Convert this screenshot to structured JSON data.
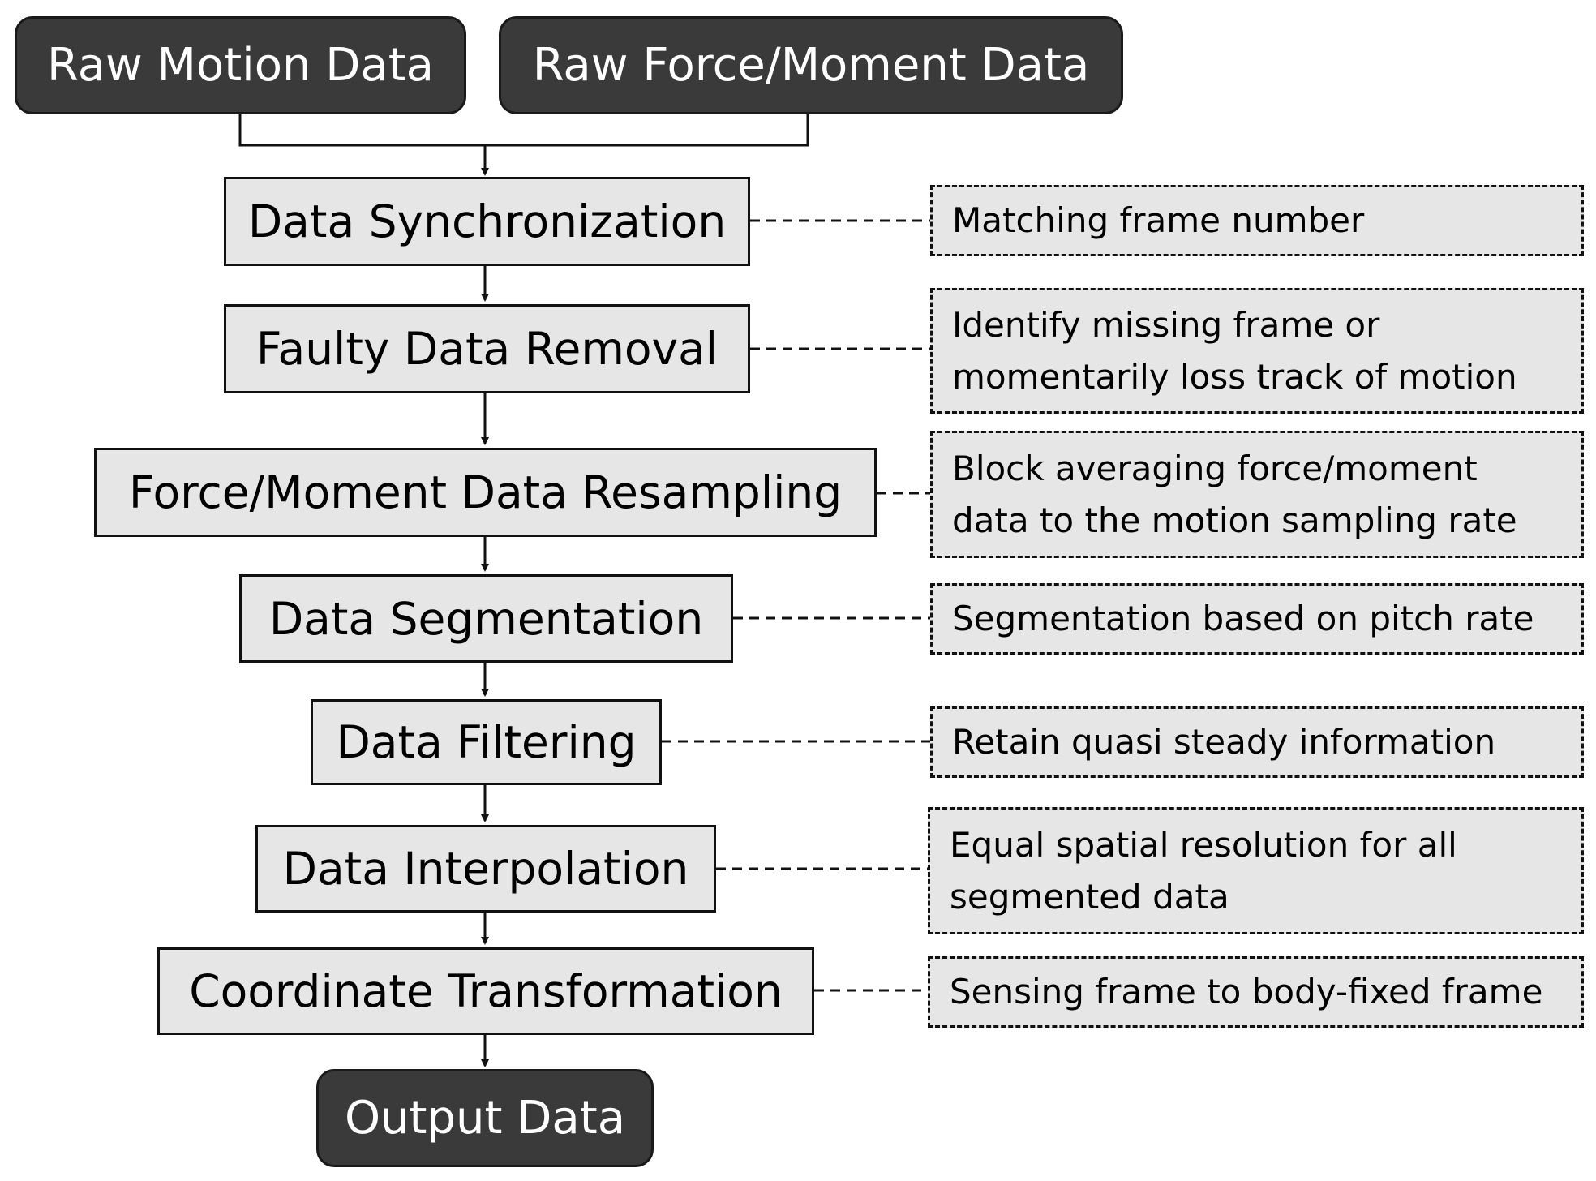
{
  "sources": {
    "raw_motion": "Raw Motion Data",
    "raw_force_moment": "Raw Force/Moment Data"
  },
  "steps": [
    {
      "label": "Data Synchronization",
      "note": [
        "Matching frame number"
      ]
    },
    {
      "label": "Faulty Data Removal",
      "note": [
        "Identify missing frame or",
        "momentarily loss track of motion"
      ]
    },
    {
      "label": "Force/Moment Data Resampling",
      "note": [
        "Block averaging force/moment",
        "data to the motion sampling rate"
      ]
    },
    {
      "label": "Data Segmentation",
      "note": [
        "Segmentation based on pitch rate"
      ]
    },
    {
      "label": "Data Filtering",
      "note": [
        "Retain quasi steady information"
      ]
    },
    {
      "label": "Data Interpolation",
      "note": [
        "Equal spatial resolution for all",
        "segmented data"
      ]
    },
    {
      "label": "Coordinate Transformation",
      "note": [
        "Sensing frame to body-fixed frame"
      ]
    }
  ],
  "output": "Output Data"
}
